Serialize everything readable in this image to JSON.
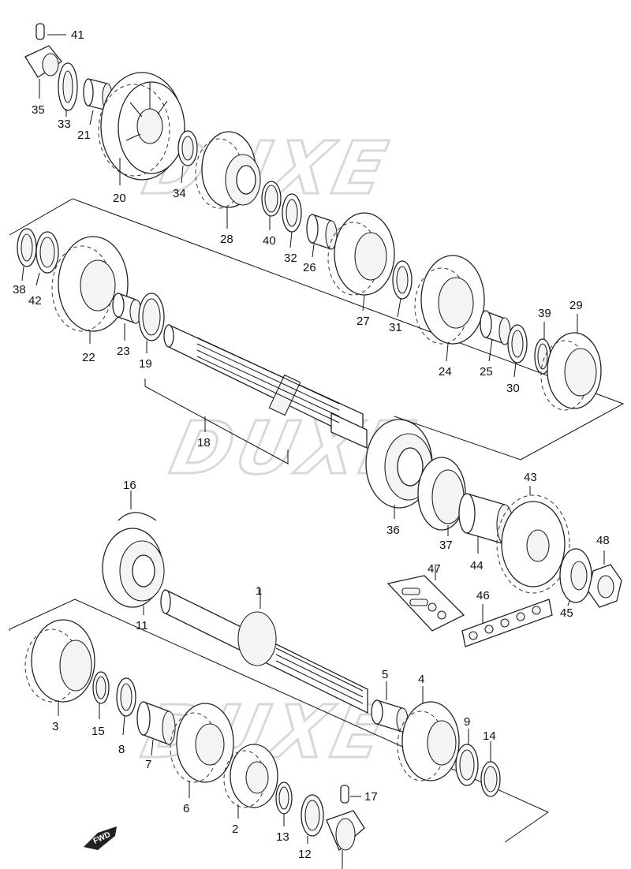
{
  "watermark": "DUXE",
  "fwd_label": "FWD",
  "labels": {
    "p1": "1",
    "p2": "2",
    "p3": "3",
    "p4": "4",
    "p5": "5",
    "p6": "6",
    "p7": "7",
    "p8": "8",
    "p9": "9",
    "p11": "11",
    "p12": "12",
    "p13": "13",
    "p14": "14",
    "p15": "15",
    "p16": "16",
    "p17": "17",
    "p18": "18",
    "p19": "19",
    "p20": "20",
    "p21": "21",
    "p22": "22",
    "p23": "23",
    "p24": "24",
    "p25": "25",
    "p26": "26",
    "p27": "27",
    "p28": "28",
    "p29": "29",
    "p30": "30",
    "p31": "31",
    "p32": "32",
    "p33": "33",
    "p34": "34",
    "p35": "35",
    "p36": "36",
    "p37": "37",
    "p38": "38",
    "p39": "39",
    "p40": "40",
    "p41": "41",
    "p42": "42",
    "p43": "43",
    "p44": "44",
    "p45": "45",
    "p46": "46",
    "p47": "47",
    "p48": "48"
  }
}
